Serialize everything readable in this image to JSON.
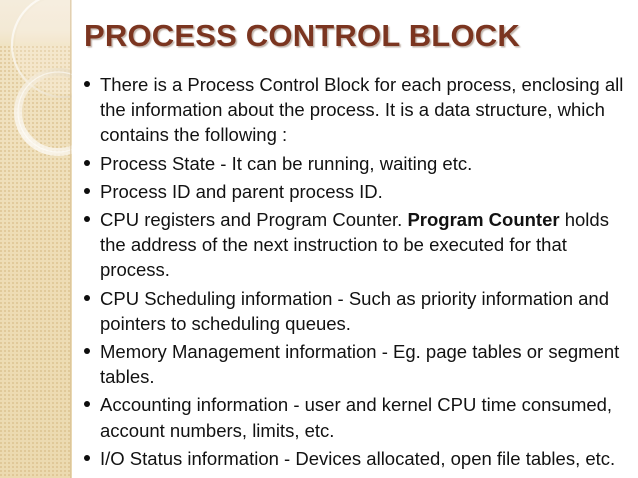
{
  "slide": {
    "title": "PROCESS CONTROL BLOCK",
    "title_color": "#7b3520",
    "body_text_color": "#121212",
    "background_color": "#ffffff",
    "sidebar": {
      "name": "decorative-sidebar",
      "base_color": "#efe0bc",
      "top_band_color": "#f3e9d5",
      "ring_color": "#f7f2e6",
      "texture": "fine-dot-grid"
    },
    "bullets": [
      {
        "id": "bullet-1",
        "parts": [
          {
            "text": "There is a Process Control Block for each process, enclosing all the information about the process. It is a data structure, which contains the following :",
            "bold": false
          }
        ]
      },
      {
        "id": "bullet-2",
        "parts": [
          {
            "text": "Process State - It can be running, waiting etc.",
            "bold": false
          }
        ]
      },
      {
        "id": "bullet-3",
        "parts": [
          {
            "text": "Process ID and parent process ID.",
            "bold": false
          }
        ]
      },
      {
        "id": "bullet-4",
        "parts": [
          {
            "text": "CPU registers and Program Counter. ",
            "bold": false
          },
          {
            "text": "Program Counter",
            "bold": true
          },
          {
            "text": " holds the address of the next instruction to be executed for that process.",
            "bold": false
          }
        ]
      },
      {
        "id": "bullet-5",
        "parts": [
          {
            "text": "CPU Scheduling information - Such as priority information and pointers to scheduling queues.",
            "bold": false
          }
        ]
      },
      {
        "id": "bullet-6",
        "parts": [
          {
            "text": "Memory Management information - Eg. page tables or segment tables.",
            "bold": false
          }
        ]
      },
      {
        "id": "bullet-7",
        "parts": [
          {
            "text": "Accounting information - user and kernel CPU time consumed, account numbers, limits, etc.",
            "bold": false
          }
        ]
      },
      {
        "id": "bullet-8",
        "parts": [
          {
            "text": "I/O Status information - Devices allocated, open file tables, etc.",
            "bold": false
          }
        ]
      }
    ]
  }
}
